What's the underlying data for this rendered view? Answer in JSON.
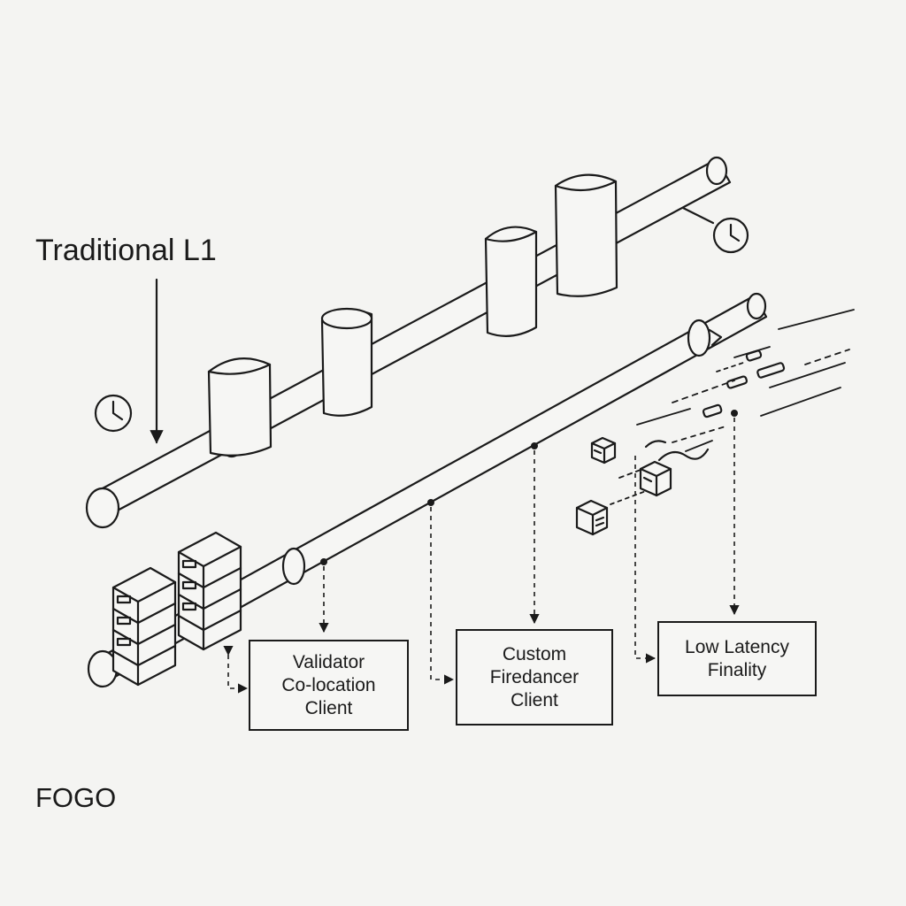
{
  "labels": {
    "traditional": "Traditional L1",
    "fogo": "FOGO"
  },
  "boxes": {
    "validator": "Validator\nCo-location\nClient",
    "firedancer": "Custom\nFiredancer\nClient",
    "finality": "Low Latency\nFinality"
  },
  "icons": [
    "clock-icon",
    "server-rack-icon",
    "data-block-icon"
  ]
}
